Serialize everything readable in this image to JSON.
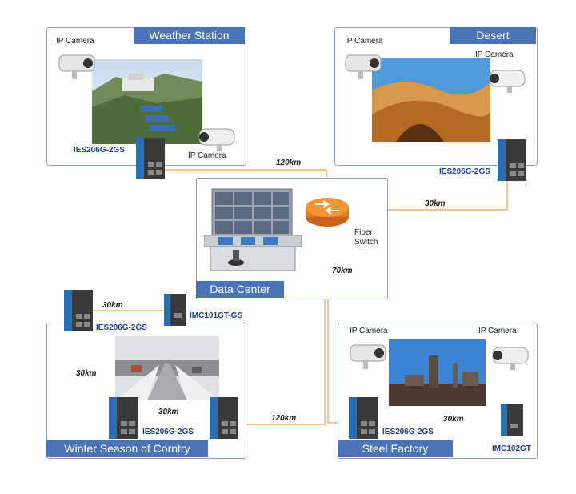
{
  "colors": {
    "fiber": "#f0a24a",
    "copper": "#6fb4e0",
    "tag_bg": "#4a73b8",
    "model_text": "#1b3f8a"
  },
  "sites": {
    "weather": {
      "title": "Weather Station",
      "camera1": "IP Camera",
      "camera2": "IP Camera",
      "switch_model": "IES206G-2GS"
    },
    "desert": {
      "title": "Desert",
      "camera1": "IP Camera",
      "camera2": "IP Camera",
      "switch_model": "IES206G-2GS"
    },
    "datacenter": {
      "title": "Data Center",
      "fiber_label_1": "Fiber",
      "fiber_label_2": "Switch"
    },
    "winter": {
      "title": "Winter Season of Corntry",
      "switch_top": "IES206G-2GS",
      "converter": "IMC101GT-GS",
      "switch_bottom": "IES206G-2GS"
    },
    "steel": {
      "title": "Steel Factory",
      "camera1": "IP Camera",
      "camera2": "IP Camera",
      "switch_model": "IES206G-2GS",
      "converter": "IMC102GT"
    }
  },
  "links": {
    "weather_to_center": "120km",
    "desert_to_center": "30km",
    "center_down": "70km",
    "winter_top": "30km",
    "winter_left": "30km",
    "winter_bottom": "30km",
    "winter_to_steel": "120km",
    "steel_inner": "30km"
  }
}
